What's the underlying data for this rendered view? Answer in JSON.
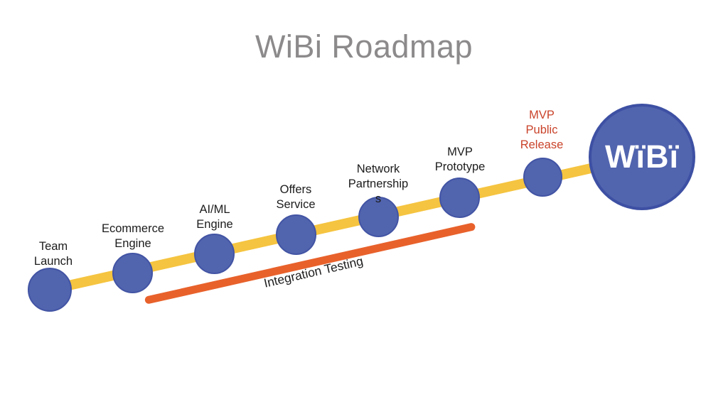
{
  "title": "WiBi Roadmap",
  "milestones": [
    {
      "label": "Team\nLaunch"
    },
    {
      "label": "Ecommerce\nEngine"
    },
    {
      "label": "AI/ML\nEngine"
    },
    {
      "label": "Offers\nService"
    },
    {
      "label": "Network\nPartnership\ns"
    },
    {
      "label": "MVP\nPrototype"
    },
    {
      "label": "MVP\nPublic\nRelease"
    }
  ],
  "integration_testing_label": "Integration Testing",
  "logo_text": "WïBï",
  "colors": {
    "timeline_yellow": "#f5c440",
    "integration_orange": "#e8612b",
    "milestone_blue": "#5164ae",
    "milestone_border": "#4254a4",
    "logo_circle_border": "#3d50a3",
    "release_label_red": "#c9432a",
    "title_gray": "#8c8a8a",
    "label_black": "#1c1c1c"
  }
}
